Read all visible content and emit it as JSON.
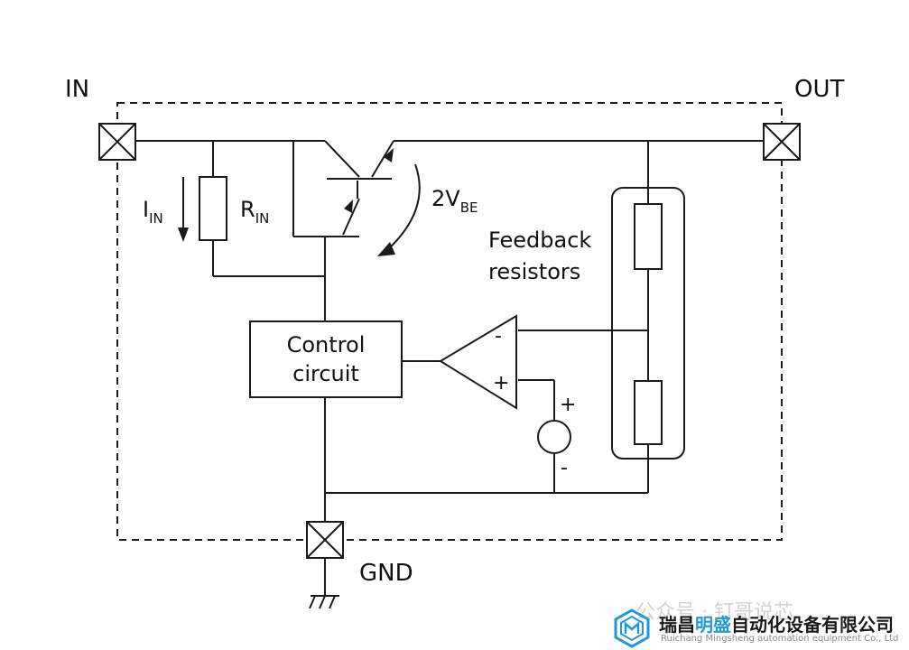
{
  "labels": {
    "in": "IN",
    "out": "OUT",
    "gnd": "GND",
    "iin_main": "I",
    "iin_sub": "IN",
    "rin_main": "R",
    "rin_sub": "IN",
    "vbe_main": "2V",
    "vbe_sub": "BE",
    "feedback_line1": "Feedback",
    "feedback_line2": "resistors",
    "control_line1": "Control",
    "control_line2": "circuit",
    "opamp_minus": "-",
    "opamp_plus": "+",
    "ref_plus": "+",
    "ref_minus": "-"
  },
  "watermark": {
    "faint_text": "公众号 · 钉哥说芯",
    "company_part1": "瑞昌",
    "company_highlight": "明盛",
    "company_part2": "自动化设备有限公司",
    "company_en": "Ruichang Mingsheng automation equipment Co., Ltd"
  },
  "colors": {
    "line": "#1a1a1a",
    "background": "#ffffff",
    "brand": "#1e9ad6"
  }
}
